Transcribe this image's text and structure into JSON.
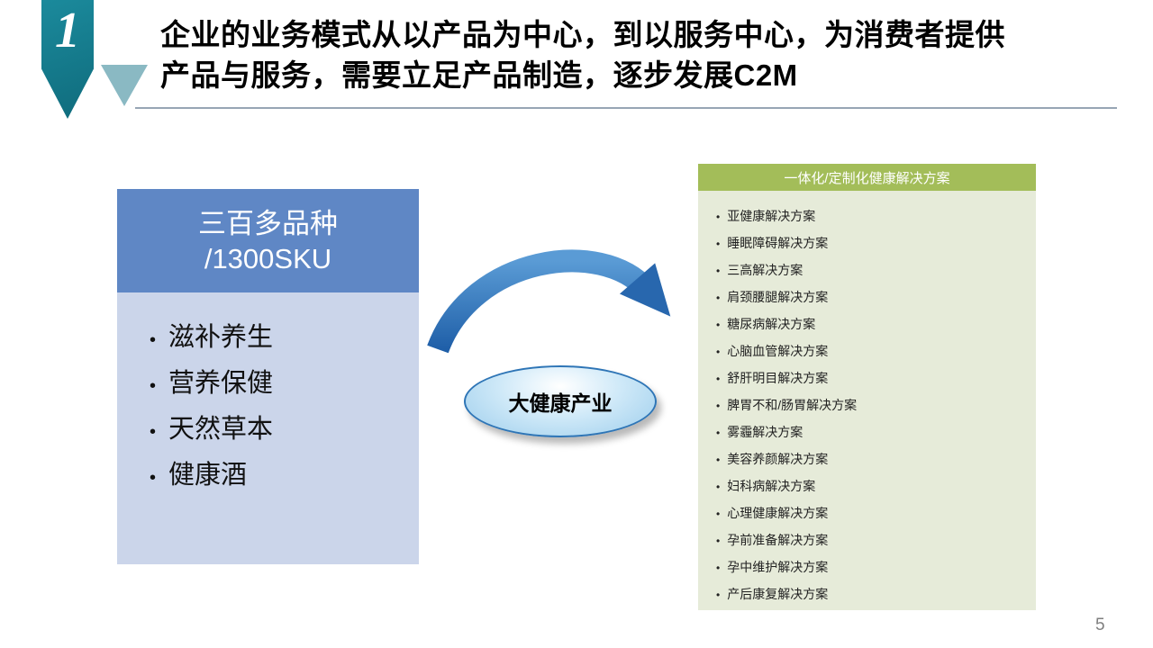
{
  "slide": {
    "badge_number": "1",
    "title_line1": "企业的业务模式从以产品为中心，到以服务中心，为消费者提供",
    "title_line2": "产品与服务，需要立足产品制造，逐步发展C2M",
    "page_number": "5"
  },
  "bullet_char": "•",
  "left_box": {
    "header_line1": "三百多品种",
    "header_line2": "/1300SKU",
    "items": [
      "滋补养生",
      "营养保健",
      "天然草本",
      "健康酒"
    ]
  },
  "ellipse_label": "大健康产业",
  "right_panel": {
    "header": "一体化/定制化健康解决方案",
    "items": [
      "亚健康解决方案",
      "睡眠障碍解决方案",
      "三高解决方案",
      "肩颈腰腿解决方案",
      "糖尿病解决方案",
      "心脑血管解决方案",
      "舒肝明目解决方案",
      "脾胃不和/肠胃解决方案",
      "雾霾解决方案",
      "美容养颜解决方案",
      "妇科病解决方案",
      "心理健康解决方案",
      "孕前准备解决方案",
      "孕中维护解决方案",
      "产后康复解决方案"
    ]
  },
  "colors": {
    "badge_teal": "#147a8b",
    "badge_triangle": "#8ab9c3",
    "left_header_blue": "#5f87c5",
    "left_body_blue": "#cbd5ea",
    "arrow_blue": "#2e75b6",
    "ellipse_fill": "#b9ddf2",
    "right_header_green": "#a3bd59",
    "right_body_green": "#e6ebd9"
  }
}
